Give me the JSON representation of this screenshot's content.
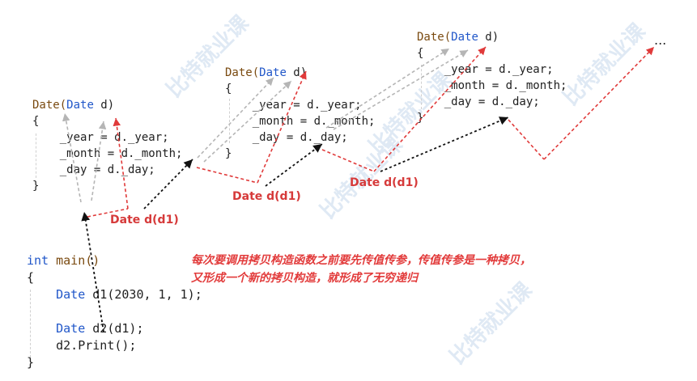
{
  "ctor1": {
    "sig_name": "Date(",
    "sig_kw": "Date",
    "sig_param": " d)",
    "open": "{",
    "line1": "_year = d._year;",
    "line2": "_month = d._month;",
    "line3": "_day = d._day;",
    "close": "}"
  },
  "ctor2": {
    "sig_name": "Date(",
    "sig_kw": "Date",
    "sig_param": " d)",
    "open": "{",
    "line1": "_year = d._year;",
    "line2": "_month = d._month;",
    "line3": "_day = d._day;",
    "close": "}"
  },
  "ctor3": {
    "sig_name": "Date(",
    "sig_kw": "Date",
    "sig_param": " d)",
    "open": "{",
    "line1": "_year = d._year;",
    "line2": "_month = d._month;",
    "line3": "_day = d._day;",
    "close": "}"
  },
  "main": {
    "kw_int": "int",
    "sig": " main()",
    "open": "{",
    "decl1_kw": "Date",
    "decl1_rest": " d1(2030, 1, 1);",
    "decl2_kw": "Date",
    "decl2_rest": " d2(d1);",
    "call": "d2.Print();",
    "close": "}"
  },
  "labels": {
    "call1": "Date d(d1)",
    "call2": "Date d(d1)",
    "call3": "Date d(d1)"
  },
  "note": {
    "line1": "每次要调用拷贝构造函数之前要先传值传参，传值传参是一种拷贝，",
    "line2": "又形成一个新的拷贝构造，就形成了无穷递归"
  },
  "ellipsis": "...",
  "watermark": "比特就业课",
  "colors": {
    "keyword": "#2157c9",
    "red_arrow": "#e03a3a",
    "black_arrow": "#111111",
    "gray_arrow": "#b5b5b5",
    "note": "#e23b3b"
  }
}
